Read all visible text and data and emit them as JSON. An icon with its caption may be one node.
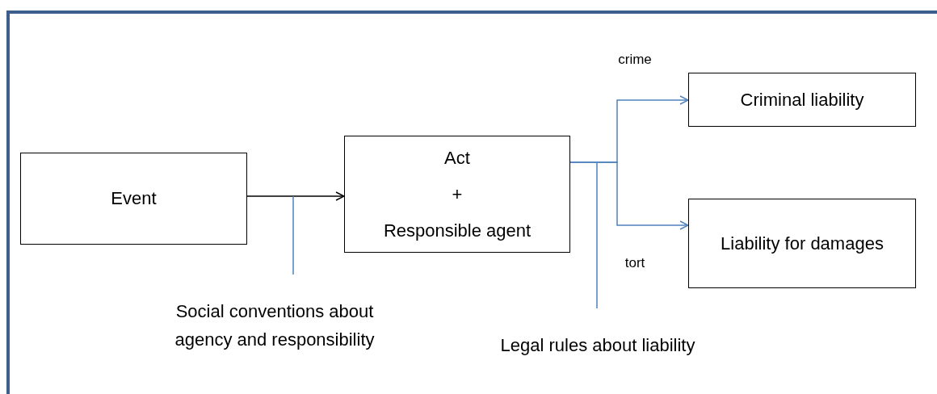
{
  "diagram": {
    "nodes": [
      {
        "text": [
          "Event"
        ]
      },
      {
        "text": [
          "Act",
          "+",
          "Responsible agent"
        ]
      },
      {
        "text": [
          "Criminal liability"
        ]
      },
      {
        "text": [
          "Liability for damages"
        ]
      },
      {
        "text": [
          "Social conventions about agency and responsibility"
        ]
      },
      {
        "text": [
          "Legal rules about liability"
        ]
      }
    ],
    "edges": [
      {
        "from": 0,
        "to": 1,
        "arrow": "to",
        "color": "#000000"
      },
      {
        "from": 1,
        "to": 2,
        "arrow": "to",
        "label": "crime"
      },
      {
        "from": 1,
        "to": 3,
        "arrow": "to",
        "label": "tort"
      },
      {
        "from": 4,
        "to": null,
        "arrow": "none"
      },
      {
        "from": 5,
        "to": null,
        "arrow": "none"
      }
    ]
  }
}
